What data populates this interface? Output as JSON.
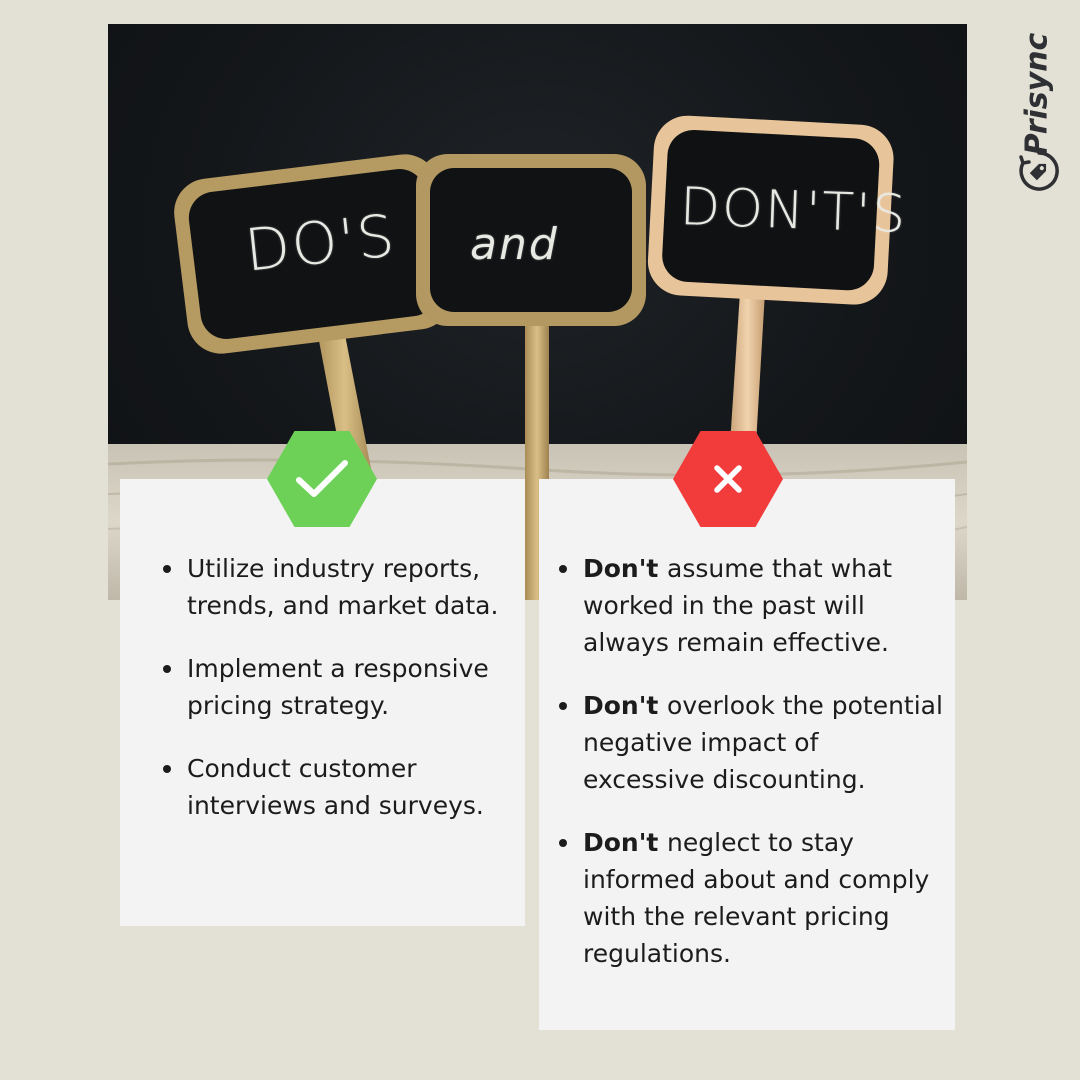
{
  "photo": {
    "sign_left_text": "DO'S",
    "sign_middle_text": "and",
    "sign_right_text": "DON'T'S"
  },
  "brand": {
    "name": "Prisync",
    "icon": "tag-icon"
  },
  "dos": {
    "badge_icon": "checkmark-icon",
    "badge_color": "#6dd157",
    "items": [
      {
        "text": "Utilize industry reports, trends, and market data."
      },
      {
        "text": "Implement a responsive pricing strategy."
      },
      {
        "text": "Conduct customer interviews and surveys."
      }
    ]
  },
  "donts": {
    "badge_icon": "close-icon",
    "badge_color": "#f23c3c",
    "items": [
      {
        "prefix": "Don't",
        "text": "assume that what worked in the past will always remain effective."
      },
      {
        "prefix": "Don't",
        "text": "overlook the potential negative impact of excessive discounting."
      },
      {
        "prefix": "Don't",
        "text": "neglect to stay informed about and comply with the relevant pricing regulations."
      }
    ]
  },
  "colors": {
    "background": "#e3e0d6",
    "card": "#f3f3f3",
    "text": "#1c1c1c"
  }
}
